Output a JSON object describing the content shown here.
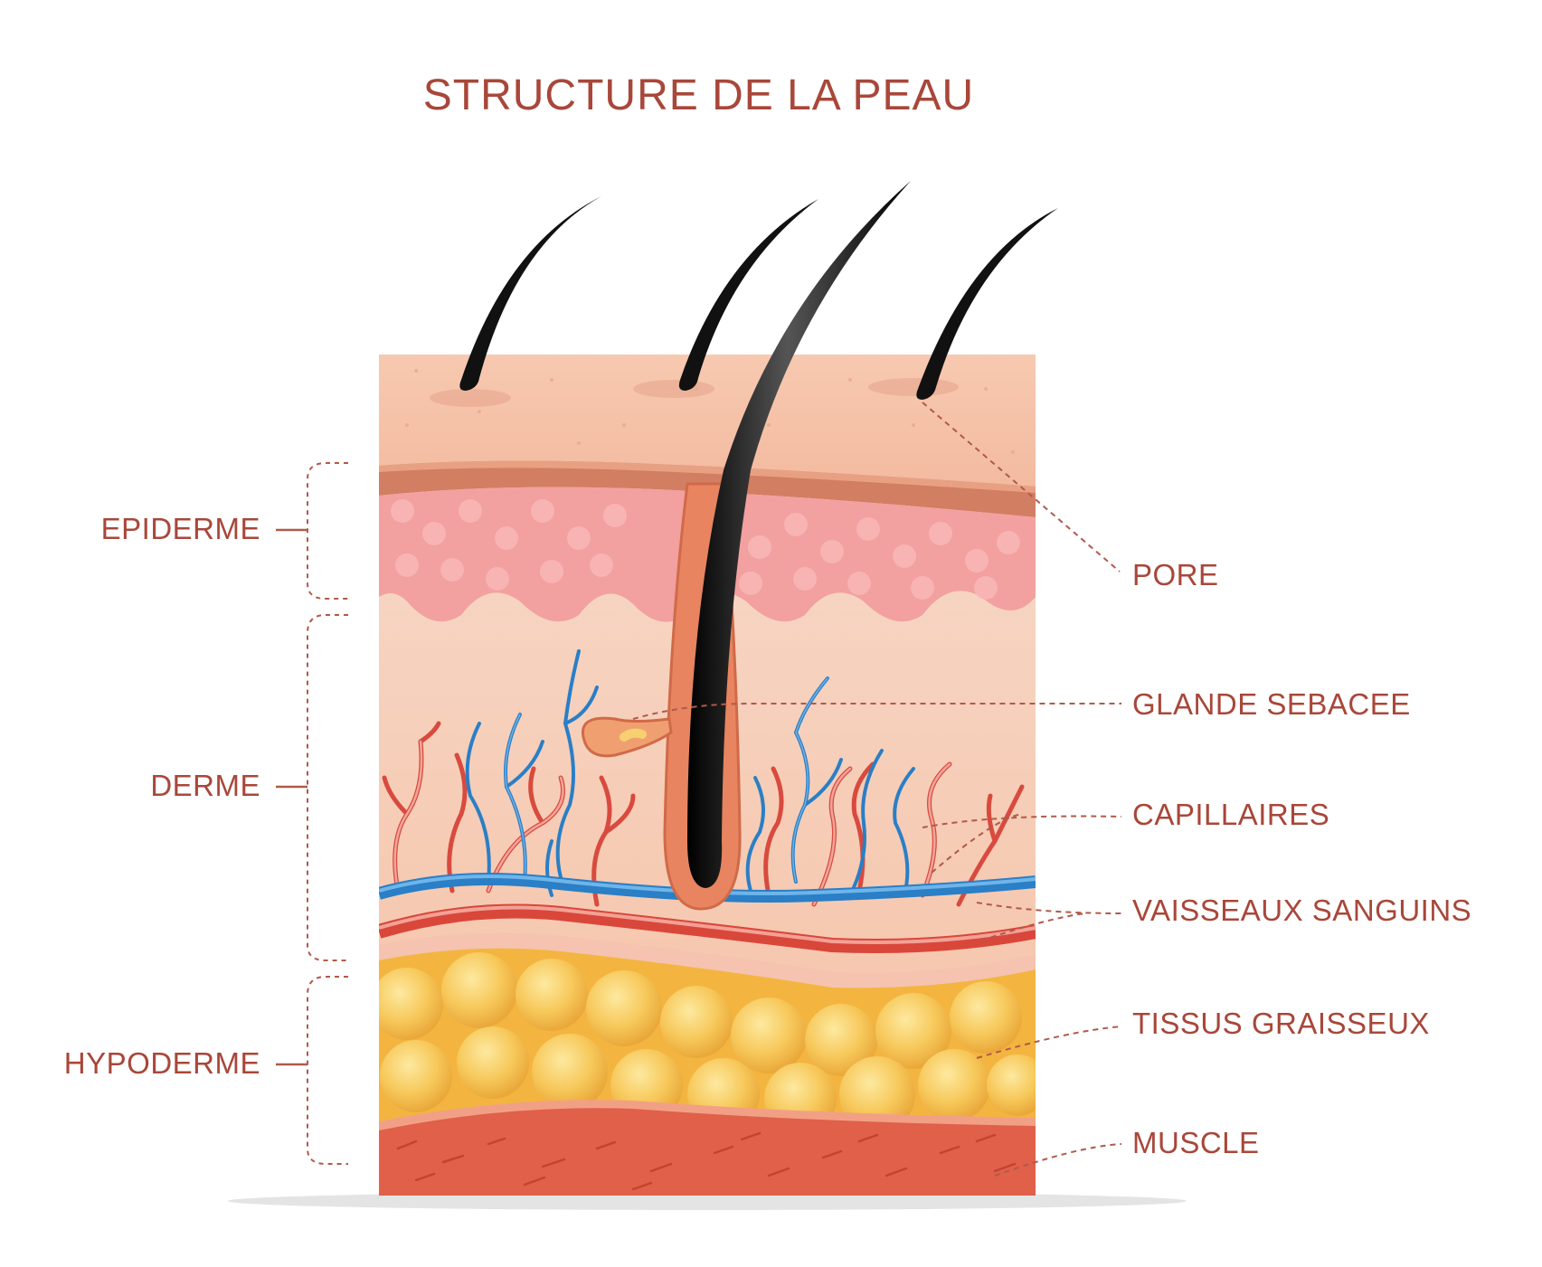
{
  "title": "STRUCTURE DE LA PEAU",
  "colors": {
    "label": "#a8473a",
    "leader": "#b05a4a",
    "vein": "#2a7fc6",
    "artery": "#d9473a",
    "fat": "#f5c050",
    "muscle": "#e06048",
    "hair": "#1a1a1a"
  },
  "layers": [
    {
      "id": "epiderme",
      "label": "EPIDERME"
    },
    {
      "id": "derme",
      "label": "DERME"
    },
    {
      "id": "hypoderme",
      "label": "HYPODERME"
    }
  ],
  "structures": [
    {
      "id": "pore",
      "label": "PORE"
    },
    {
      "id": "glande",
      "label": "GLANDE SEBACEE"
    },
    {
      "id": "capillaires",
      "label": "CAPILLAIRES"
    },
    {
      "id": "vaisseaux",
      "label": "VAISSEAUX SANGUINS"
    },
    {
      "id": "tissus",
      "label": "TISSUS GRAISSEUX"
    },
    {
      "id": "muscle",
      "label": "MUSCLE"
    }
  ]
}
